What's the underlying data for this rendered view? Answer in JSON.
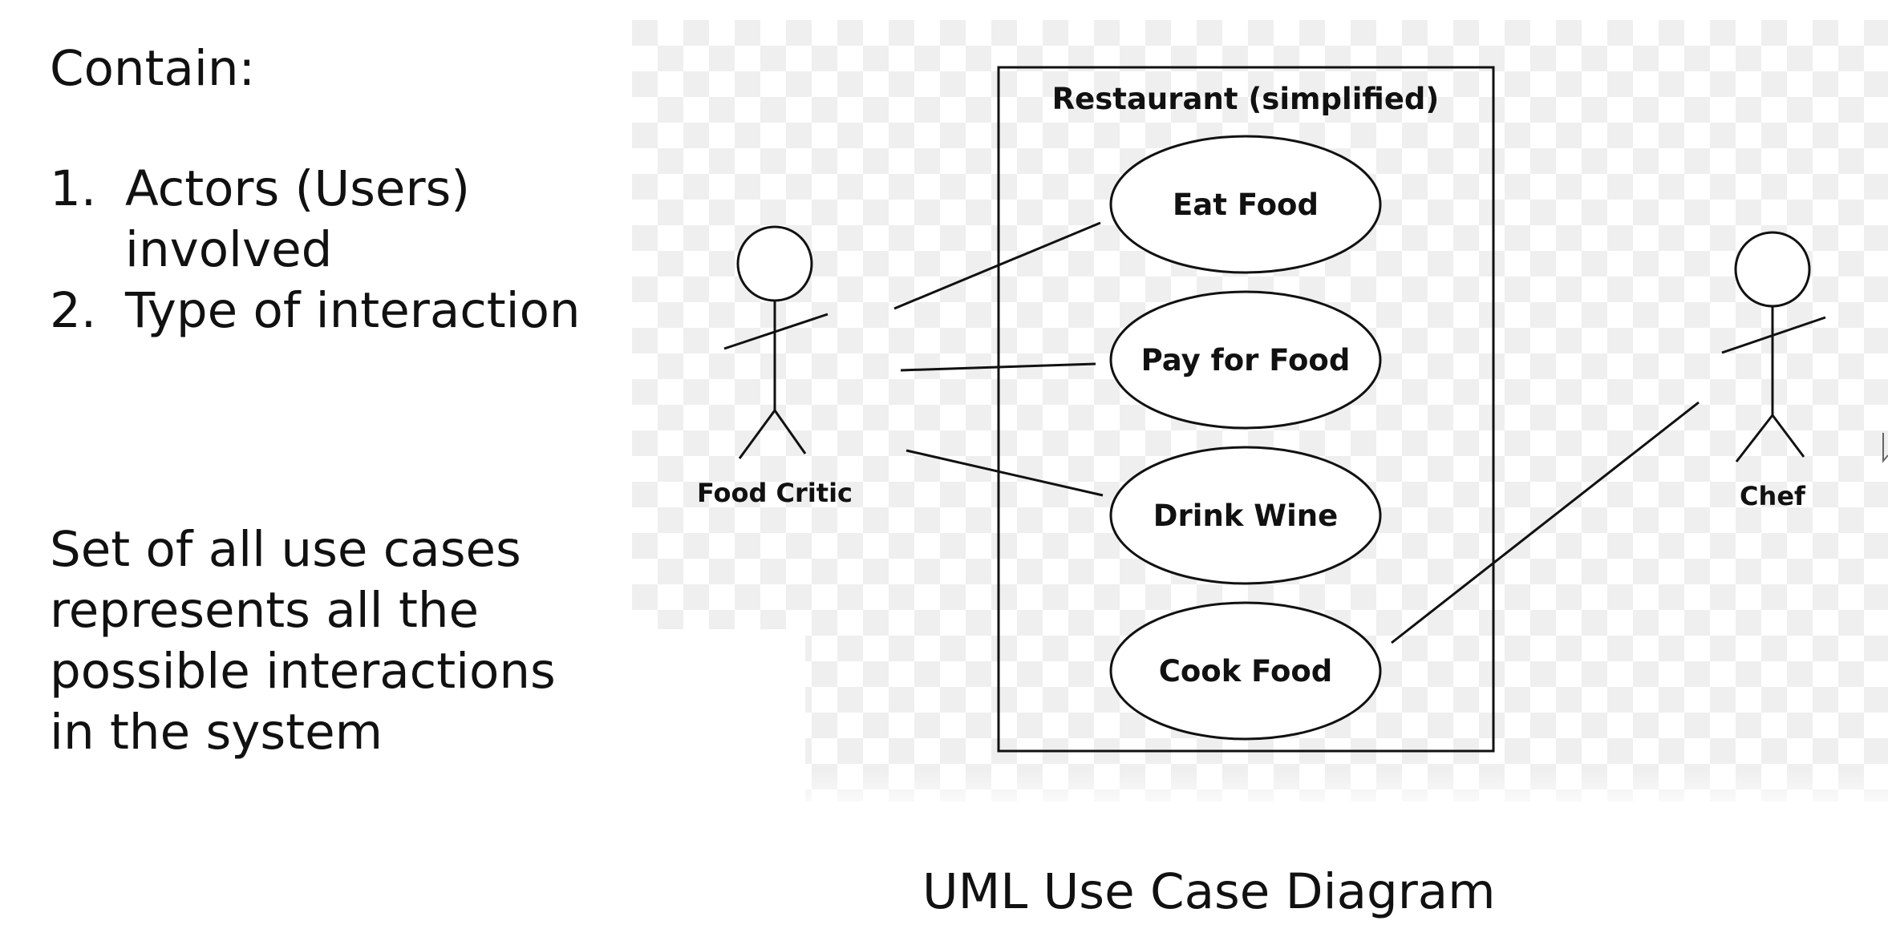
{
  "left_panel": {
    "heading": "Contain:",
    "items": [
      {
        "num": "1.",
        "text": "Actors (Users) involved"
      },
      {
        "num": "2.",
        "text": "Type of interaction"
      }
    ],
    "summary": "Set of all use cases represents all the possible interactions in the system"
  },
  "diagram": {
    "system_title": "Restaurant (simplified)",
    "use_cases": [
      "Eat Food",
      "Pay for Food",
      "Drink Wine",
      "Cook Food"
    ],
    "actors": [
      "Food Critic",
      "Chef"
    ],
    "caption": "UML Use Case Diagram"
  }
}
